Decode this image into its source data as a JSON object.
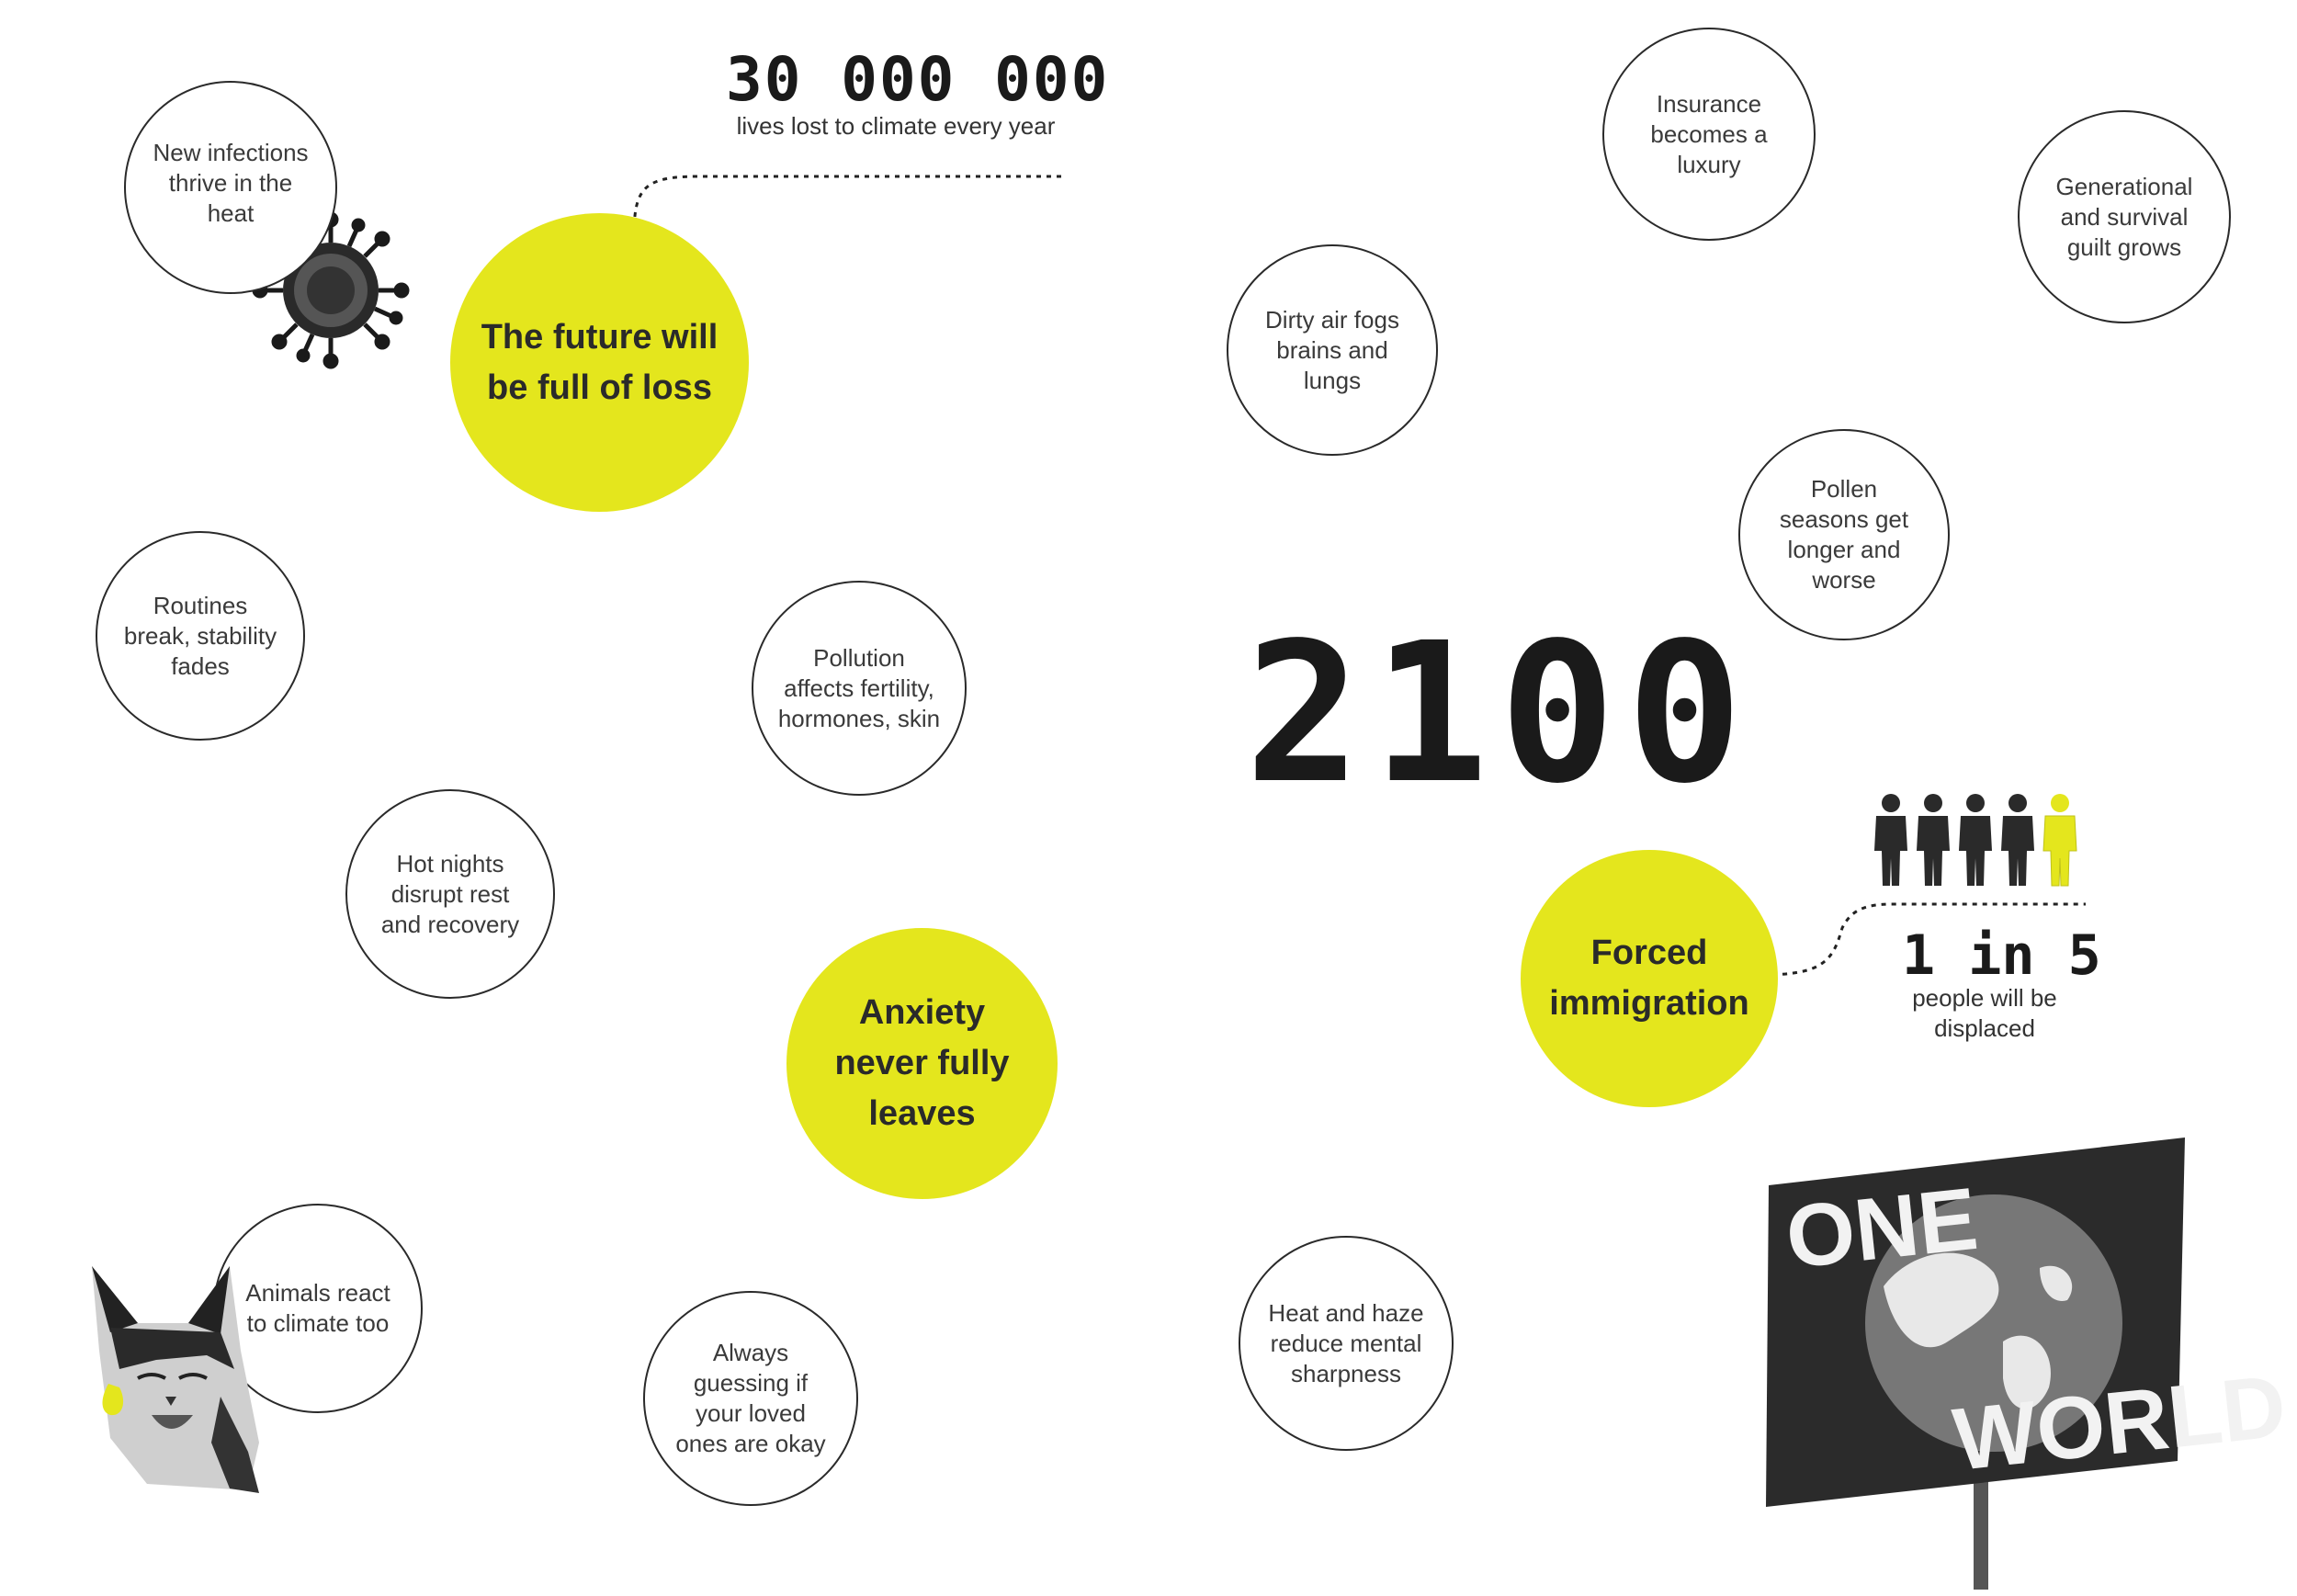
{
  "year": "2100",
  "stats": {
    "deaths_number": "30 000 000",
    "deaths_caption": "lives lost to climate every year",
    "displaced_number": "1 in 5",
    "displaced_caption": "people will be displaced"
  },
  "themes": [
    {
      "id": "future-loss",
      "text": "The future will be full of loss"
    },
    {
      "id": "anxiety",
      "text": "Anxiety never fully leaves"
    },
    {
      "id": "forced-immigration",
      "text": "Forced immigration"
    }
  ],
  "effects": [
    {
      "id": "infections",
      "text": "New infections thrive in the heat"
    },
    {
      "id": "routines",
      "text": "Routines break, stability fades"
    },
    {
      "id": "pollution",
      "text": "Pollution affects fertility, hormones, skin"
    },
    {
      "id": "hot-nights",
      "text": "Hot nights disrupt rest and recovery"
    },
    {
      "id": "animals",
      "text": "Animals react to climate too"
    },
    {
      "id": "guessing",
      "text": "Always guessing if your loved ones are okay"
    },
    {
      "id": "insurance",
      "text": "Insurance becomes a luxury"
    },
    {
      "id": "dirty-air",
      "text": "Dirty air fogs brains and lungs"
    },
    {
      "id": "guilt",
      "text": "Generational and survival guilt grows"
    },
    {
      "id": "pollen",
      "text": "Pollen seasons get longer and worse"
    },
    {
      "id": "heat-haze",
      "text": "Heat and haze reduce mental sharpness"
    }
  ],
  "sign": {
    "line1": "ONE",
    "line2": "WORLD"
  },
  "icons": [
    "virus-icon",
    "people-icon",
    "cat-image",
    "protest-sign-image"
  ],
  "colors": {
    "accent": "#e4e61d",
    "ink": "#1a1a1a",
    "text": "#3a3a3a",
    "background": "#ffffff"
  }
}
